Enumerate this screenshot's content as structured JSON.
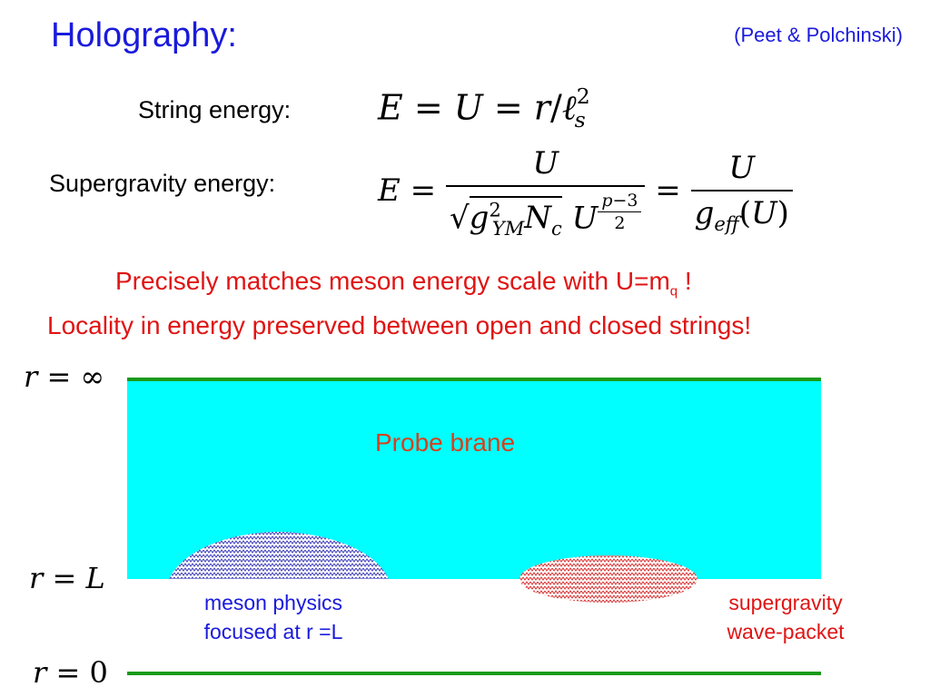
{
  "header": {
    "title": "Holography:",
    "citation": "(Peet & Polchinski)"
  },
  "equations": {
    "string_label": "String energy:",
    "supergravity_label": "Supergravity energy:"
  },
  "statements": {
    "line1_main": "Precisely matches meson energy scale with U=m",
    "line1_sub": "q",
    "line1_end": " !",
    "line2": "Locality in energy preserved between open and closed strings!"
  },
  "diagram": {
    "probe_label": "Probe brane",
    "meson_caption_line1": "meson physics",
    "meson_caption_line2": "focused at r =L",
    "sugra_caption_line1": "supergravity",
    "sugra_caption_line2": "wave-packet",
    "colors": {
      "brane_fill": "#00ffff",
      "boundary_line": "#1a9a1a",
      "meson_pattern": "#3a3ab8",
      "sugra_pattern": "#d83030"
    }
  }
}
